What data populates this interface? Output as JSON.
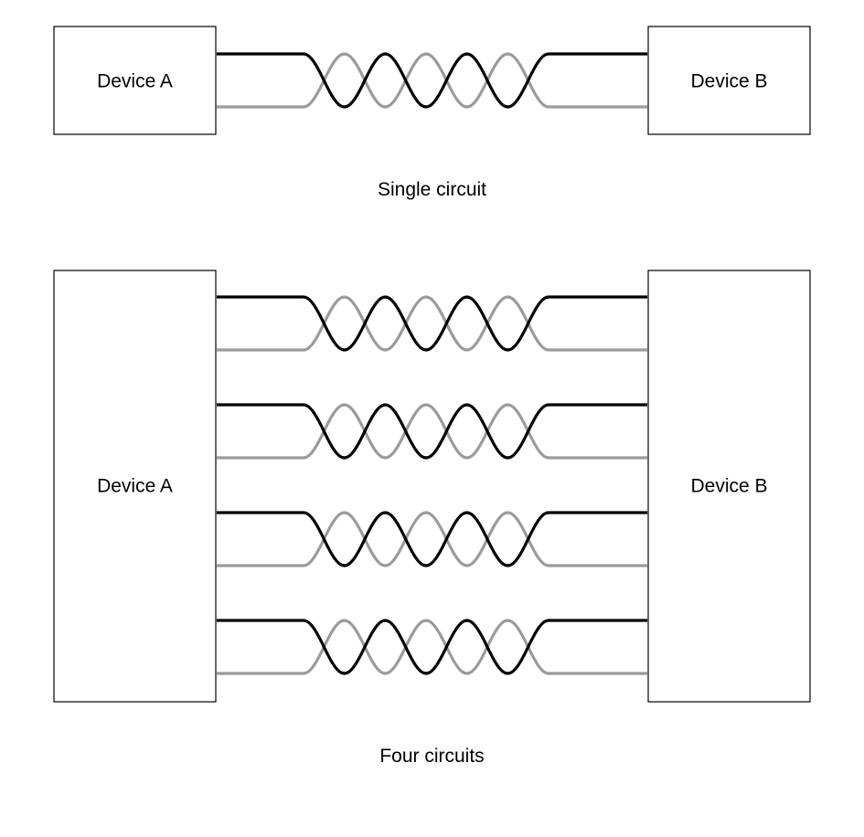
{
  "colors": {
    "wire_dark": "#000000",
    "wire_light": "#9b9b9b",
    "box_stroke": "#000000",
    "background": "#ffffff"
  },
  "single_circuit": {
    "device_a_label": "Device A",
    "device_b_label": "Device B",
    "caption": "Single circuit",
    "pair_count": 1
  },
  "four_circuits": {
    "device_a_label": "Device A",
    "device_b_label": "Device B",
    "caption": "Four circuits",
    "pair_count": 4
  }
}
